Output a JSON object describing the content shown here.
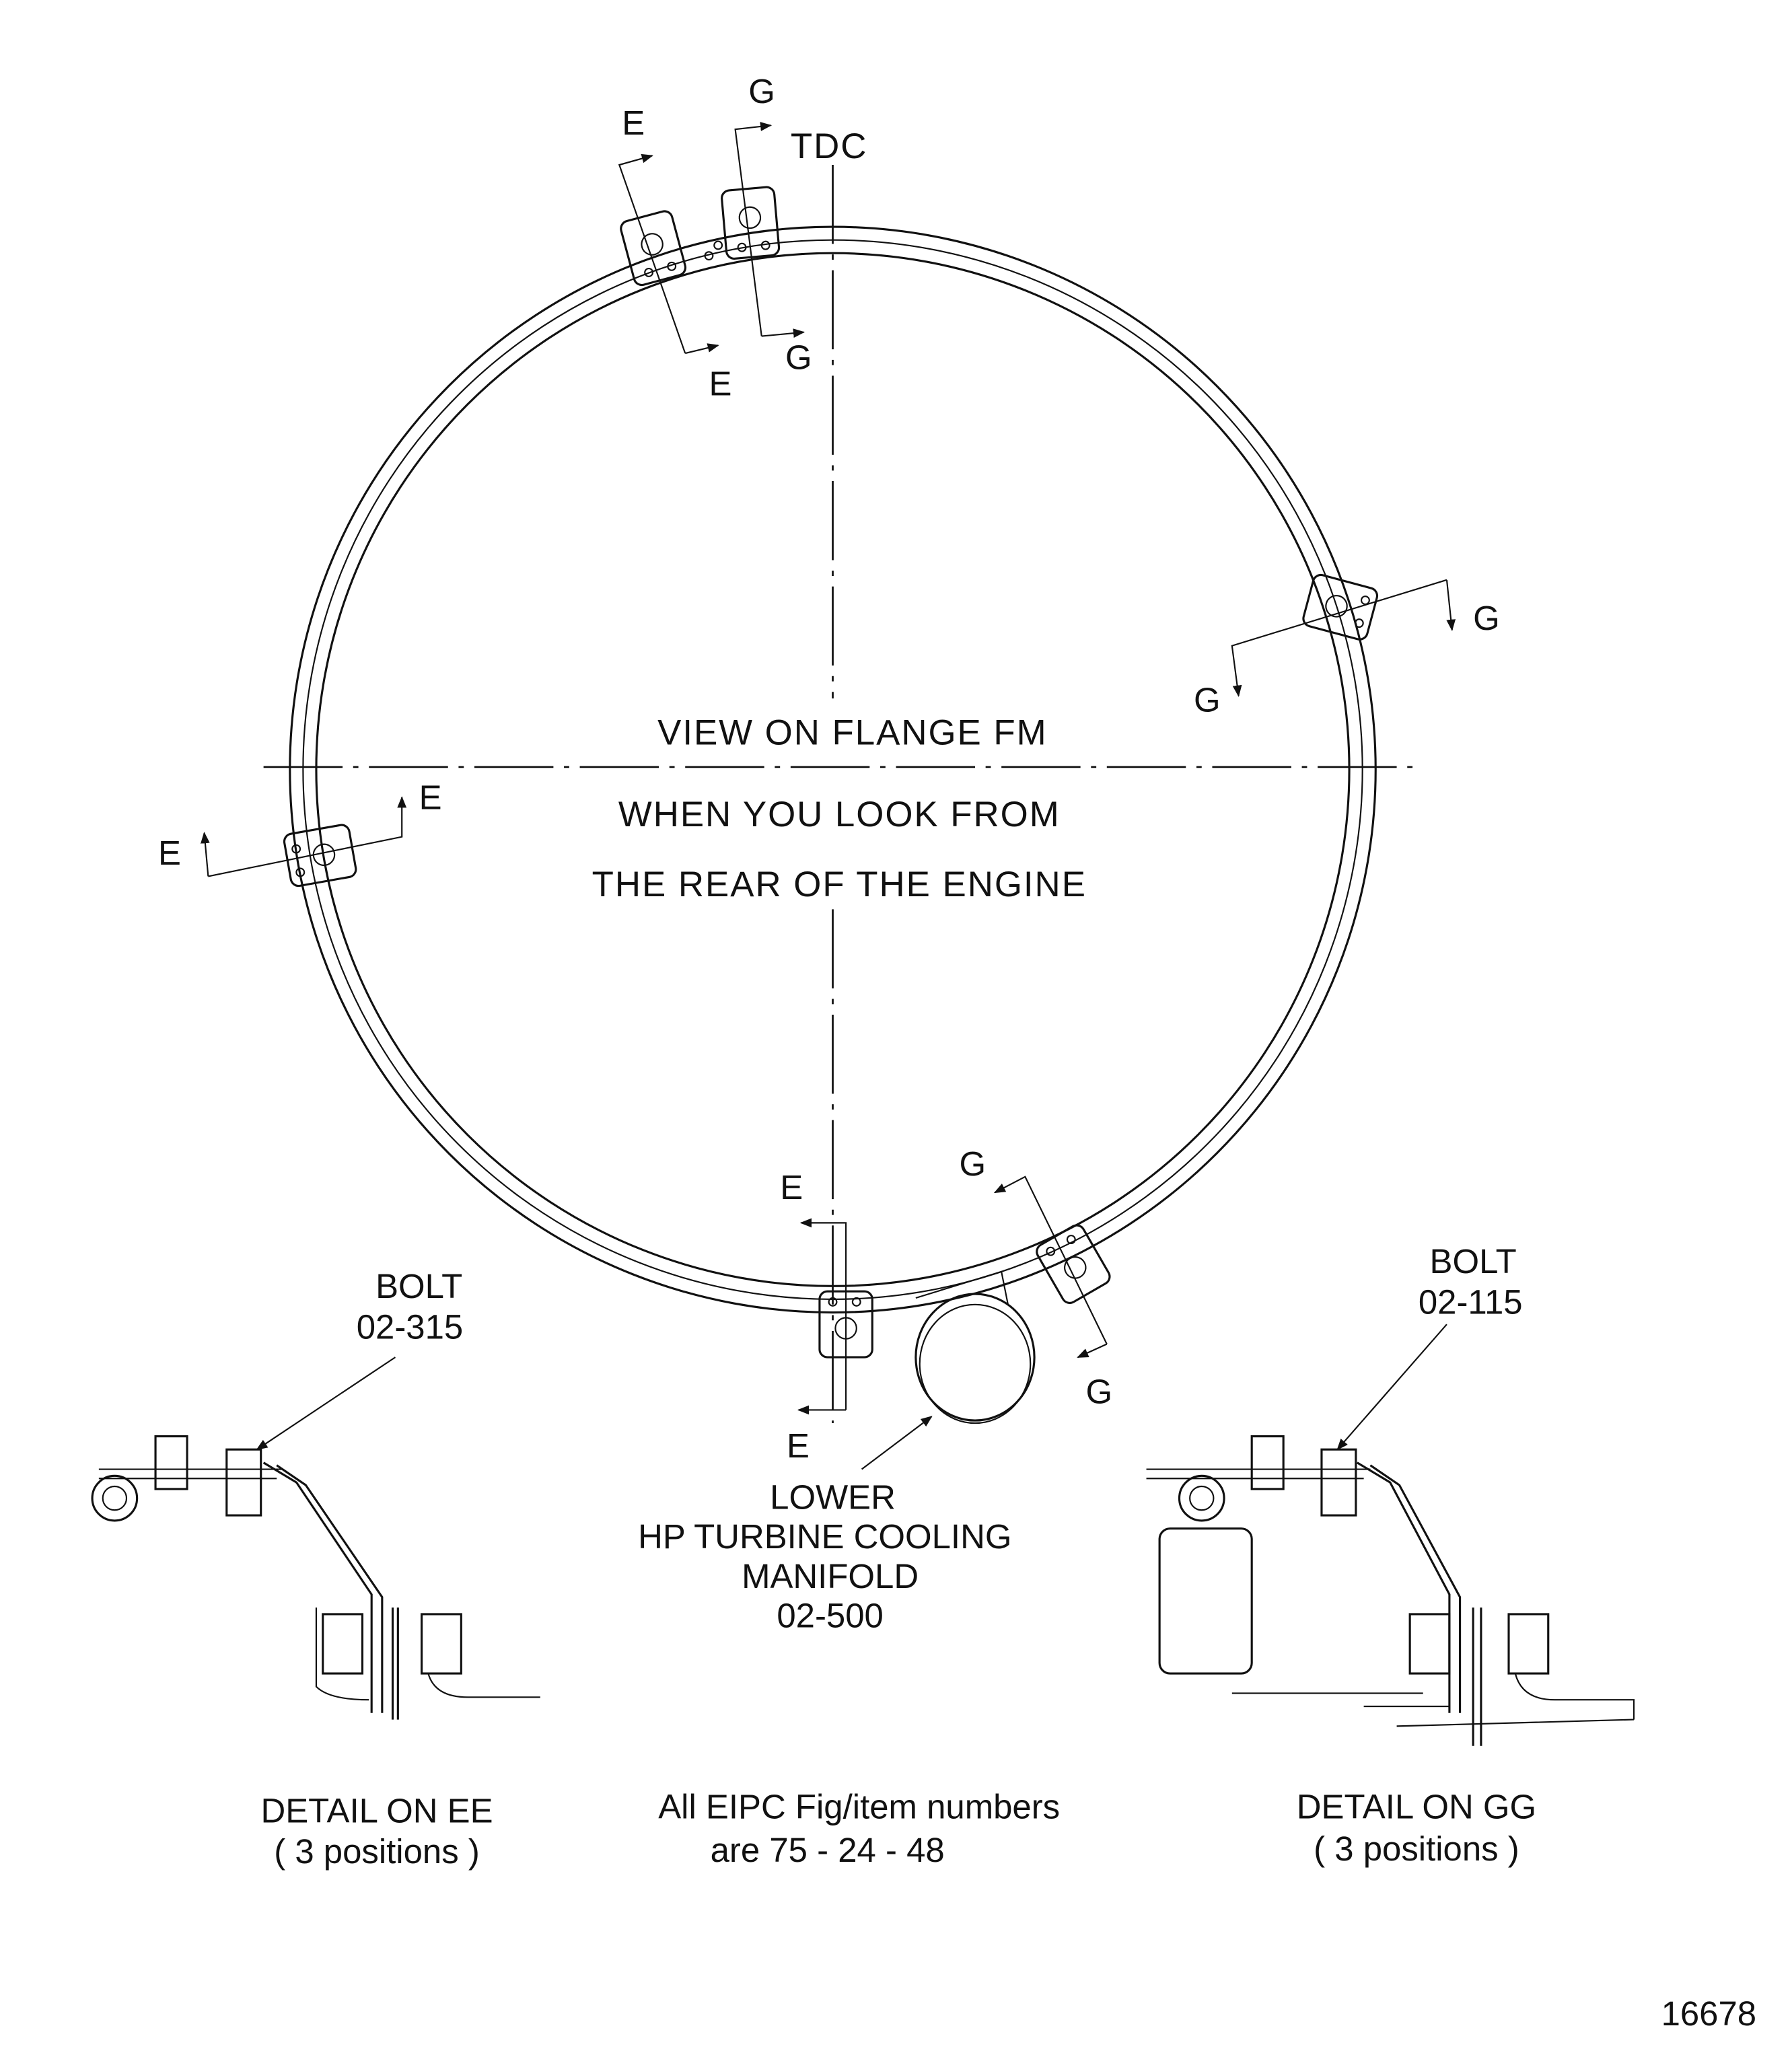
{
  "drawing": {
    "tdc_label": "TDC",
    "view_title_lines": [
      "VIEW ON FLANGE FM",
      "WHEN YOU LOOK FROM",
      "THE REAR OF THE ENGINE"
    ],
    "section_labels": {
      "e": "E",
      "g": "G"
    },
    "manifold_callout": [
      "LOWER",
      "HP TURBINE COOLING",
      "MANIFOLD",
      "02-500"
    ],
    "detail_ee": {
      "bolt_label": "BOLT",
      "bolt_number": "02-315",
      "title": "DETAIL ON EE",
      "positions": "( 3 positions )"
    },
    "detail_gg": {
      "bolt_label": "BOLT",
      "bolt_number": "02-115",
      "title": "DETAIL ON GG",
      "positions": "( 3 positions )"
    },
    "note_lines": [
      "All EIPC Fig/item numbers",
      "are 75 - 24 - 48"
    ],
    "figure_number": "16678"
  }
}
